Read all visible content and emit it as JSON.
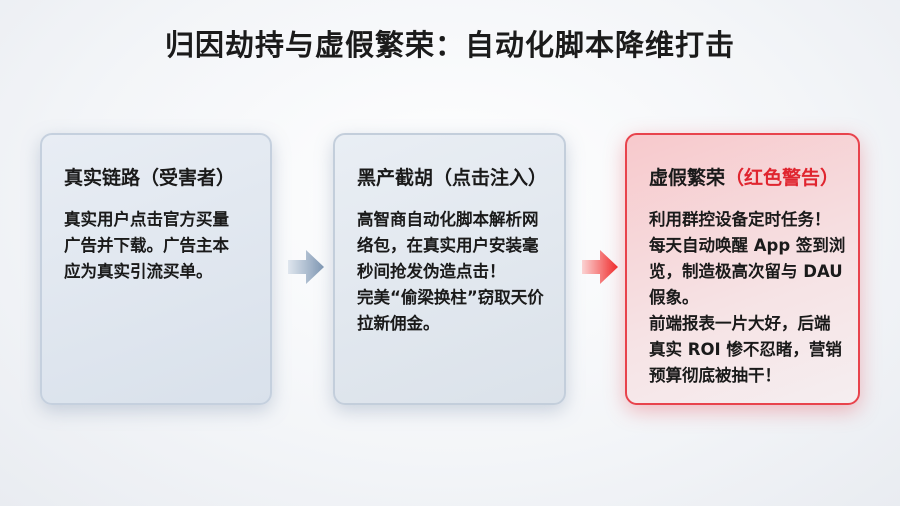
{
  "title": "归因劫持与虚假繁荣：自动化脚本降维打击",
  "colors": {
    "accent_red": "#e0252f",
    "arrow_blue": "#8fa6c0",
    "arrow_red": "#f03a3a"
  },
  "cards": [
    {
      "title": "真实链路（受害者）",
      "lines": [
        "真实用户点击官方买量",
        "广告并下载。广告主本",
        "应为真实引流买单。"
      ]
    },
    {
      "title": "黑产截胡（点击注入）",
      "lines": [
        "高智商自动化脚本解析网",
        "络包，在真实用户安装毫",
        "秒间抢发伪造点击！",
        "完美“偷梁换柱”窃取天价",
        "拉新佣金。"
      ]
    },
    {
      "title": "虚假繁荣",
      "title_highlight": "（红色警告）",
      "lines": [
        "利用群控设备定时任务！",
        "每天自动唤醒 App 签到浏",
        "览，制造极高次留与 DAU",
        "假象。",
        "前端报表一片大好，后端",
        "真实 ROI 惨不忍睹，营销",
        "预算彻底被抽干！"
      ]
    }
  ],
  "arrows": [
    "arrow-right-icon",
    "arrow-right-icon"
  ]
}
